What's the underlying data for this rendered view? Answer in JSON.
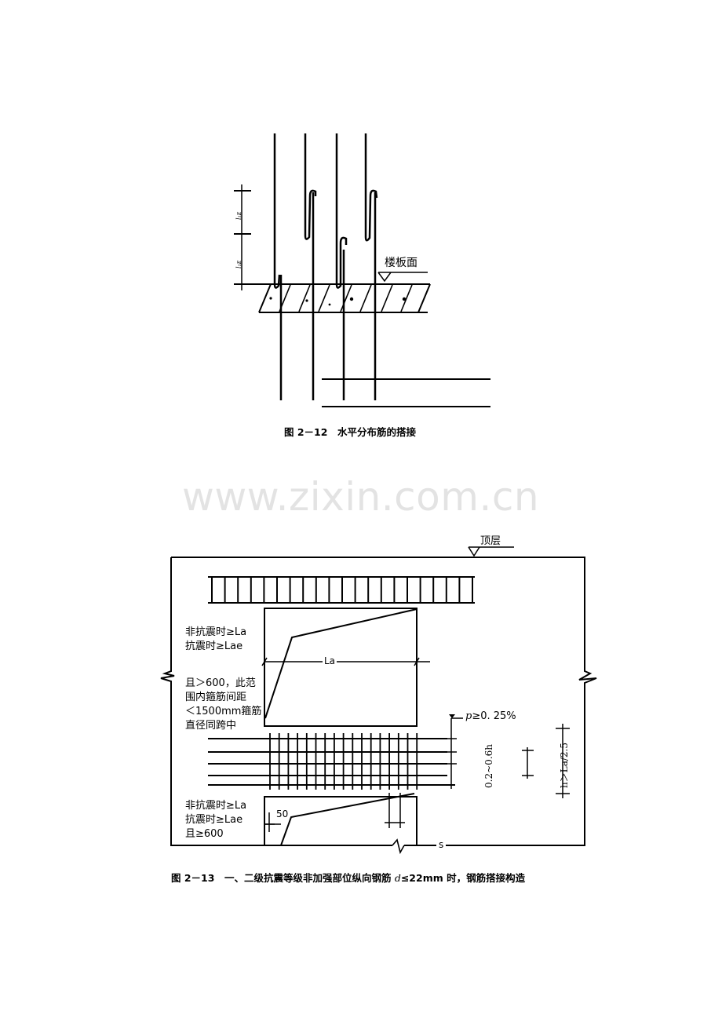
{
  "watermark": "www.zixin.com.cn",
  "figure_12": {
    "caption": "图 2－12　水平分布筋的搭接",
    "floor_label": "楼板面",
    "lap_symbol_upper": "l₁ᴇ",
    "lap_symbol_lower": "l₁ᴇ"
  },
  "figure_13": {
    "caption_prefix": "图 2－13　一、二级抗震等级非加强部位纵向钢筋 ",
    "caption_var": "d",
    "caption_suffix": "≤22mm 时，钢筋搭接构造",
    "top_label": "顶层",
    "upper_note_line1": "非抗震时≥La",
    "upper_note_line2": "抗震时≥Lae",
    "dim_la": "La",
    "middle_note_line1": "且＞600，此范",
    "middle_note_line2": "围内箍筋间距",
    "middle_note_line3": "＜1500mm箍筋",
    "middle_note_line4": "直径同跨中",
    "rho_symbol": "p",
    "rho_value": "≥0. 25%",
    "height_range": "0.2~0.6h",
    "h_condition": "h＞La/2.5",
    "lower_note_line1": "非抗震时≥La",
    "lower_note_line2": "抗震时≥Lae",
    "lower_note_line3": "且≥600",
    "dim_50": "50",
    "dim_s": "s"
  }
}
